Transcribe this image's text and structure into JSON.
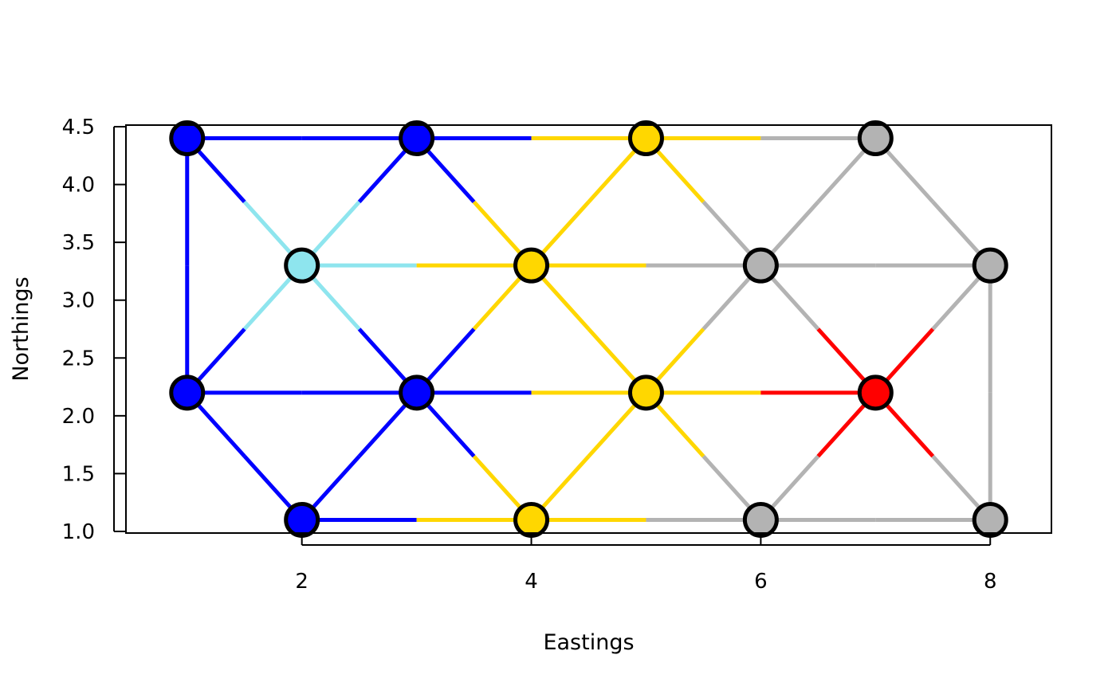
{
  "chart_data": {
    "type": "scatter",
    "title": "",
    "xlabel": "Eastings",
    "ylabel": "Northings",
    "xlim": [
      0.4666,
      8.5334
    ],
    "ylim": [
      0.986,
      4.514
    ],
    "x_ticks": [
      2,
      4,
      6,
      8
    ],
    "x_tick_labels": [
      "2",
      "4",
      "6",
      "8"
    ],
    "y_ticks": [
      1.0,
      1.5,
      2.0,
      2.5,
      3.0,
      3.5,
      4.0,
      4.5
    ],
    "y_tick_labels": [
      "1.0",
      "1.5",
      "2.0",
      "2.5",
      "3.0",
      "3.5",
      "4.0",
      "4.5"
    ],
    "grid": false,
    "colors": {
      "blue": "#0000FF",
      "cyan": "#8EE5EE",
      "gold": "#FFD700",
      "gray": "#B3B3B3",
      "red": "#FF0000"
    },
    "nodes": [
      {
        "id": 1,
        "x": 1,
        "y": 4.4,
        "color": "blue"
      },
      {
        "id": 2,
        "x": 3,
        "y": 4.4,
        "color": "blue"
      },
      {
        "id": 3,
        "x": 5,
        "y": 4.4,
        "color": "gold"
      },
      {
        "id": 4,
        "x": 7,
        "y": 4.4,
        "color": "gray"
      },
      {
        "id": 5,
        "x": 2,
        "y": 3.3,
        "color": "cyan"
      },
      {
        "id": 6,
        "x": 4,
        "y": 3.3,
        "color": "gold"
      },
      {
        "id": 7,
        "x": 6,
        "y": 3.3,
        "color": "gray"
      },
      {
        "id": 8,
        "x": 8,
        "y": 3.3,
        "color": "gray"
      },
      {
        "id": 9,
        "x": 1,
        "y": 2.2,
        "color": "blue"
      },
      {
        "id": 10,
        "x": 3,
        "y": 2.2,
        "color": "blue"
      },
      {
        "id": 11,
        "x": 5,
        "y": 2.2,
        "color": "gold"
      },
      {
        "id": 12,
        "x": 7,
        "y": 2.2,
        "color": "red"
      },
      {
        "id": 13,
        "x": 2,
        "y": 1.1,
        "color": "blue"
      },
      {
        "id": 14,
        "x": 4,
        "y": 1.1,
        "color": "gold"
      },
      {
        "id": 15,
        "x": 6,
        "y": 1.1,
        "color": "gray"
      },
      {
        "id": 16,
        "x": 8,
        "y": 1.1,
        "color": "gray"
      }
    ],
    "edges": [
      [
        1,
        2
      ],
      [
        2,
        3
      ],
      [
        3,
        4
      ],
      [
        5,
        6
      ],
      [
        6,
        7
      ],
      [
        7,
        8
      ],
      [
        9,
        10
      ],
      [
        10,
        11
      ],
      [
        11,
        12
      ],
      [
        13,
        14
      ],
      [
        14,
        15
      ],
      [
        15,
        16
      ],
      [
        1,
        9
      ],
      [
        8,
        16
      ],
      [
        1,
        5
      ],
      [
        5,
        9
      ],
      [
        5,
        2
      ],
      [
        5,
        10
      ],
      [
        2,
        6
      ],
      [
        6,
        3
      ],
      [
        6,
        10
      ],
      [
        6,
        11
      ],
      [
        3,
        7
      ],
      [
        7,
        4
      ],
      [
        7,
        11
      ],
      [
        7,
        12
      ],
      [
        4,
        8
      ],
      [
        8,
        12
      ],
      [
        9,
        13
      ],
      [
        13,
        10
      ],
      [
        10,
        14
      ],
      [
        14,
        11
      ],
      [
        11,
        15
      ],
      [
        15,
        12
      ],
      [
        12,
        16
      ]
    ]
  }
}
